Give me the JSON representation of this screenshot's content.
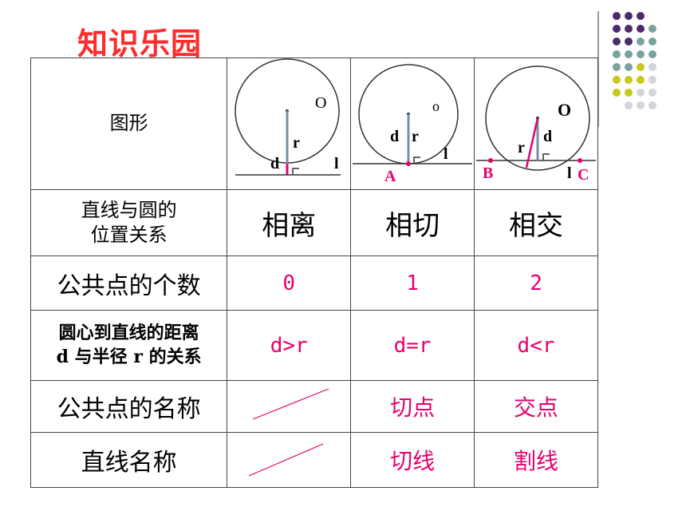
{
  "title": "知识乐园",
  "table": {
    "rows": [
      {
        "label": [
          "图形"
        ]
      },
      {
        "label": [
          "直线与圆的",
          "位置关系"
        ],
        "values": [
          "相离",
          "相切",
          "相交"
        ]
      },
      {
        "label": [
          "公共点的个数"
        ],
        "values": [
          "0",
          "1",
          "2"
        ]
      },
      {
        "label": [
          "圆心到直线的距离",
          "d 与半径 r 的关系"
        ],
        "values": [
          "d>r",
          "d=r",
          "d<r"
        ]
      },
      {
        "label": [
          "公共点的名称"
        ],
        "values": [
          "",
          "切点",
          "交点"
        ]
      },
      {
        "label": [
          "直线名称"
        ],
        "values": [
          "",
          "切线",
          "割线"
        ]
      }
    ]
  },
  "figures": {
    "separate": {
      "center": "O",
      "d": "d",
      "r": "r",
      "line": "l"
    },
    "tangent": {
      "center": "o",
      "d": "d",
      "r": "r",
      "line": "l",
      "point": "A"
    },
    "intersect": {
      "center": "O",
      "d": "d",
      "r": "r",
      "line": "l",
      "points": [
        "B",
        "C"
      ]
    }
  },
  "colors": {
    "title": "#ff2a2a",
    "answer": "#e6006e",
    "purple_dot": "#4b2a6e",
    "teal_dot": "#7aa39d",
    "yellow_dot": "#c8c81e",
    "gray_dot": "#d4d4dc"
  }
}
